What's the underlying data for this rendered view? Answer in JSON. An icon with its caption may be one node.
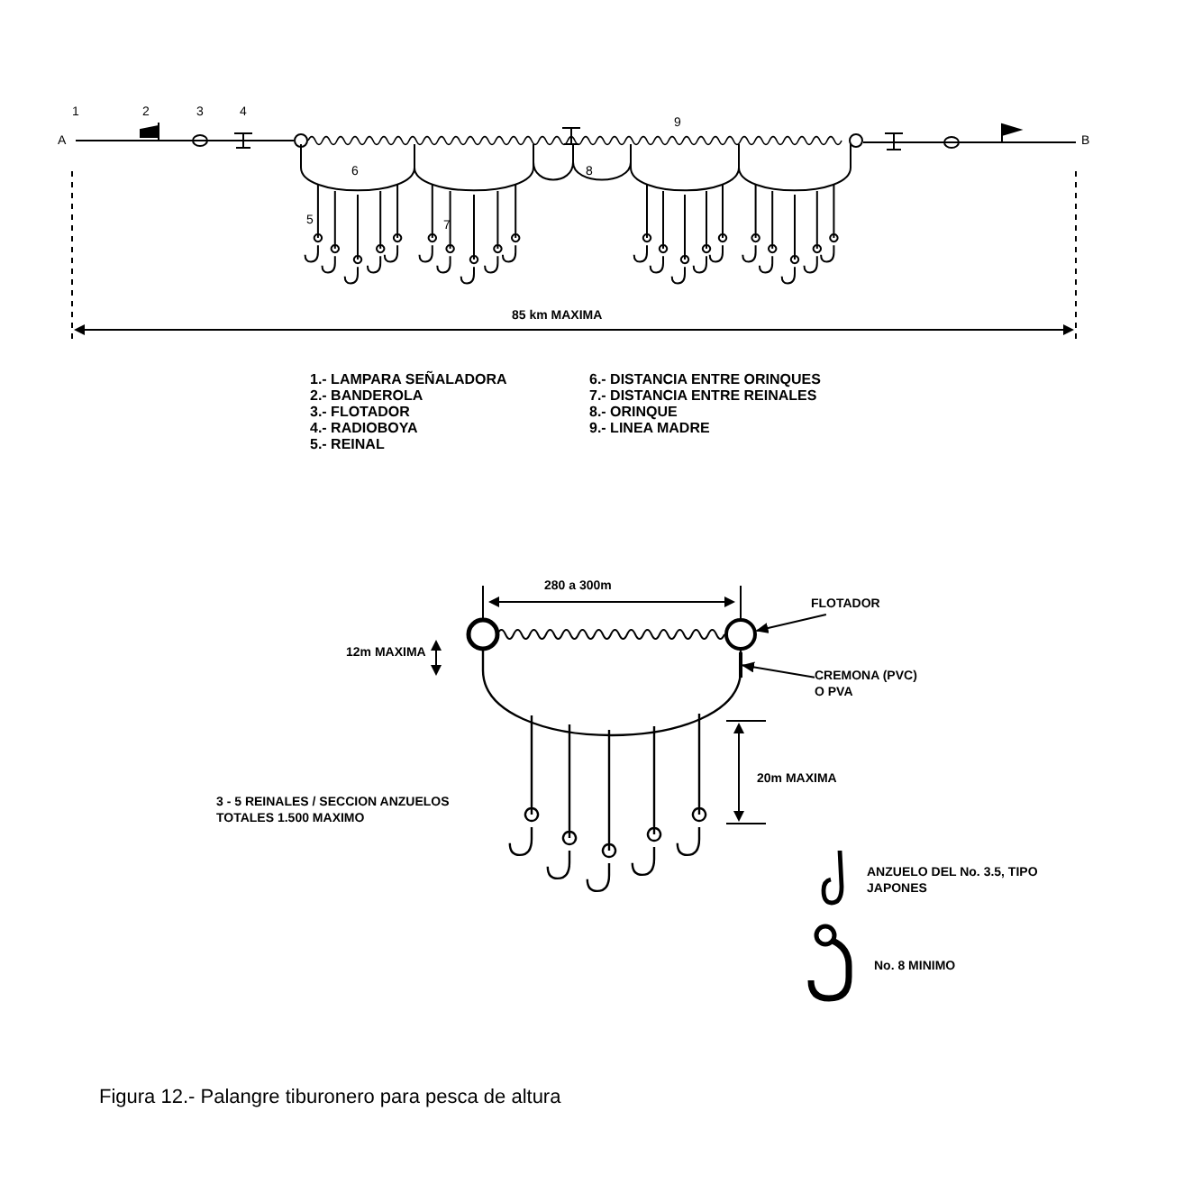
{
  "diagram": {
    "caption": "Figura 12.- Palangre tiburonero para pesca de altura",
    "nodes": [
      {
        "text": [
          "FLOTADOR"
        ]
      },
      {
        "text": [],
        "shape": "circle"
      },
      {
        "text": [
          "CREMONA (PVC) O PVA"
        ]
      },
      {
        "text": [],
        "shape": "line"
      }
    ],
    "edges": [
      {
        "from": 0,
        "to": 1,
        "arrow": "to"
      },
      {
        "from": 2,
        "to": 3,
        "arrow": "to"
      }
    ],
    "labels": [
      "1",
      "2",
      "3",
      "4",
      "A",
      "9",
      "B",
      "6",
      "8",
      "5",
      "7",
      "85 km MAXIMA",
      "1.- LAMPARA SEÑALADORA",
      "2.- BANDEROLA",
      "3.- FLOTADOR",
      "4.- RADIOBOYA",
      "5.- REINAL",
      "6.- DISTANCIA ENTRE ORINQUES",
      "7.- DISTANCIA ENTRE REINALES",
      "8.- ORINQUE",
      "9.- LINEA MADRE",
      "280 a 300m",
      "12m MAXIMA",
      "20m MAXIMA",
      "3 - 5 REINALES / SECCION ANZUELOS TOTALES 1.500 MAXIMO",
      "ANZUELO DEL No. 3.5, TIPO JAPONES",
      "No. 8 MINIMO"
    ]
  }
}
